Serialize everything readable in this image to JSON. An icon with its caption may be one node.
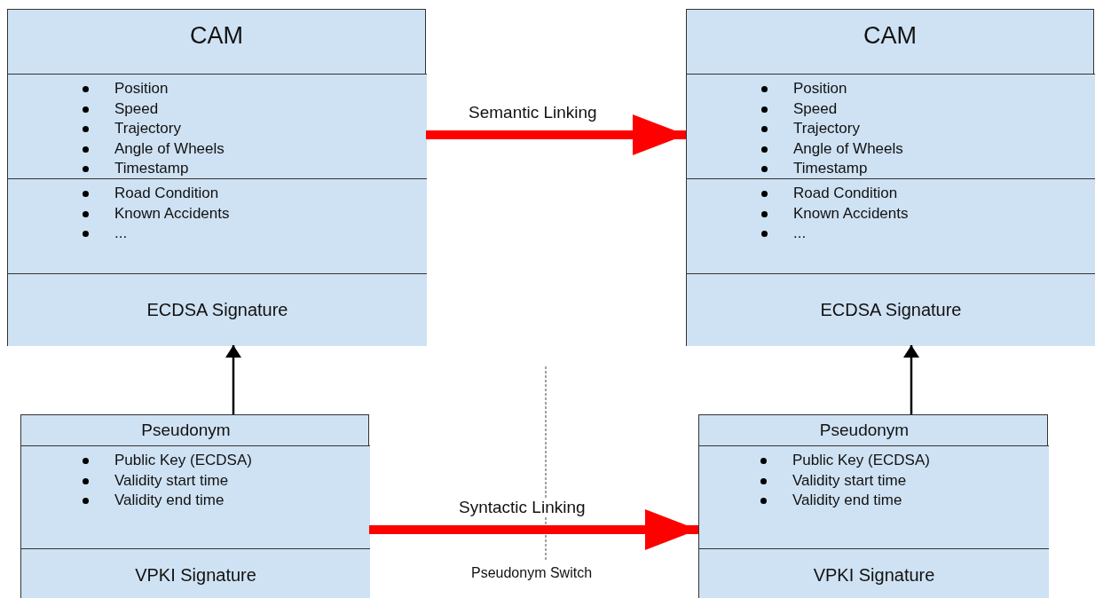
{
  "diagram": {
    "nodes": [
      {
        "text": [
          "CAM"
        ]
      },
      {
        "text": [
          "Position",
          "Speed",
          "Trajectory",
          "Angle of Wheels",
          "Timestamp"
        ],
        "in": 0
      },
      {
        "text": [
          "Road Condition",
          "Known Accidents",
          "..."
        ],
        "in": 0
      },
      {
        "text": [
          "ECDSA Signature"
        ],
        "in": 0
      },
      {
        "text": [
          "CAM"
        ]
      },
      {
        "text": [
          "Position",
          "Speed",
          "Trajectory",
          "Angle of Wheels",
          "Timestamp"
        ],
        "in": 4
      },
      {
        "text": [
          "Road Condition",
          "Known Accidents",
          "..."
        ],
        "in": 4
      },
      {
        "text": [
          "ECDSA Signature"
        ],
        "in": 4
      },
      {
        "text": [
          "Pseudonym"
        ]
      },
      {
        "text": [
          "Public Key (ECDSA)",
          "Validity start time",
          "Validity end time"
        ],
        "in": 8
      },
      {
        "text": [
          "VPKI Signature"
        ],
        "in": 8
      },
      {
        "text": [
          "Pseudonym"
        ]
      },
      {
        "text": [
          "Public Key (ECDSA)",
          "Validity start time",
          "Validity end time"
        ],
        "in": 11
      },
      {
        "text": [
          "VPKI Signature"
        ],
        "in": 11
      }
    ],
    "edges": [
      {
        "from": 1,
        "to": 5,
        "arrow": "to",
        "label": "Semantic Linking",
        "style": "thick",
        "color": "#ff0000"
      },
      {
        "from": 8,
        "to": 3,
        "arrow": "to",
        "color": "#000000"
      },
      {
        "from": 11,
        "to": 7,
        "arrow": "to",
        "color": "#000000"
      },
      {
        "from": 9,
        "to": 12,
        "arrow": "to",
        "label": "Syntactic Linking",
        "style": "thick",
        "color": "#ff0000"
      }
    ],
    "labels": [
      "Pseudonym Switch"
    ]
  }
}
